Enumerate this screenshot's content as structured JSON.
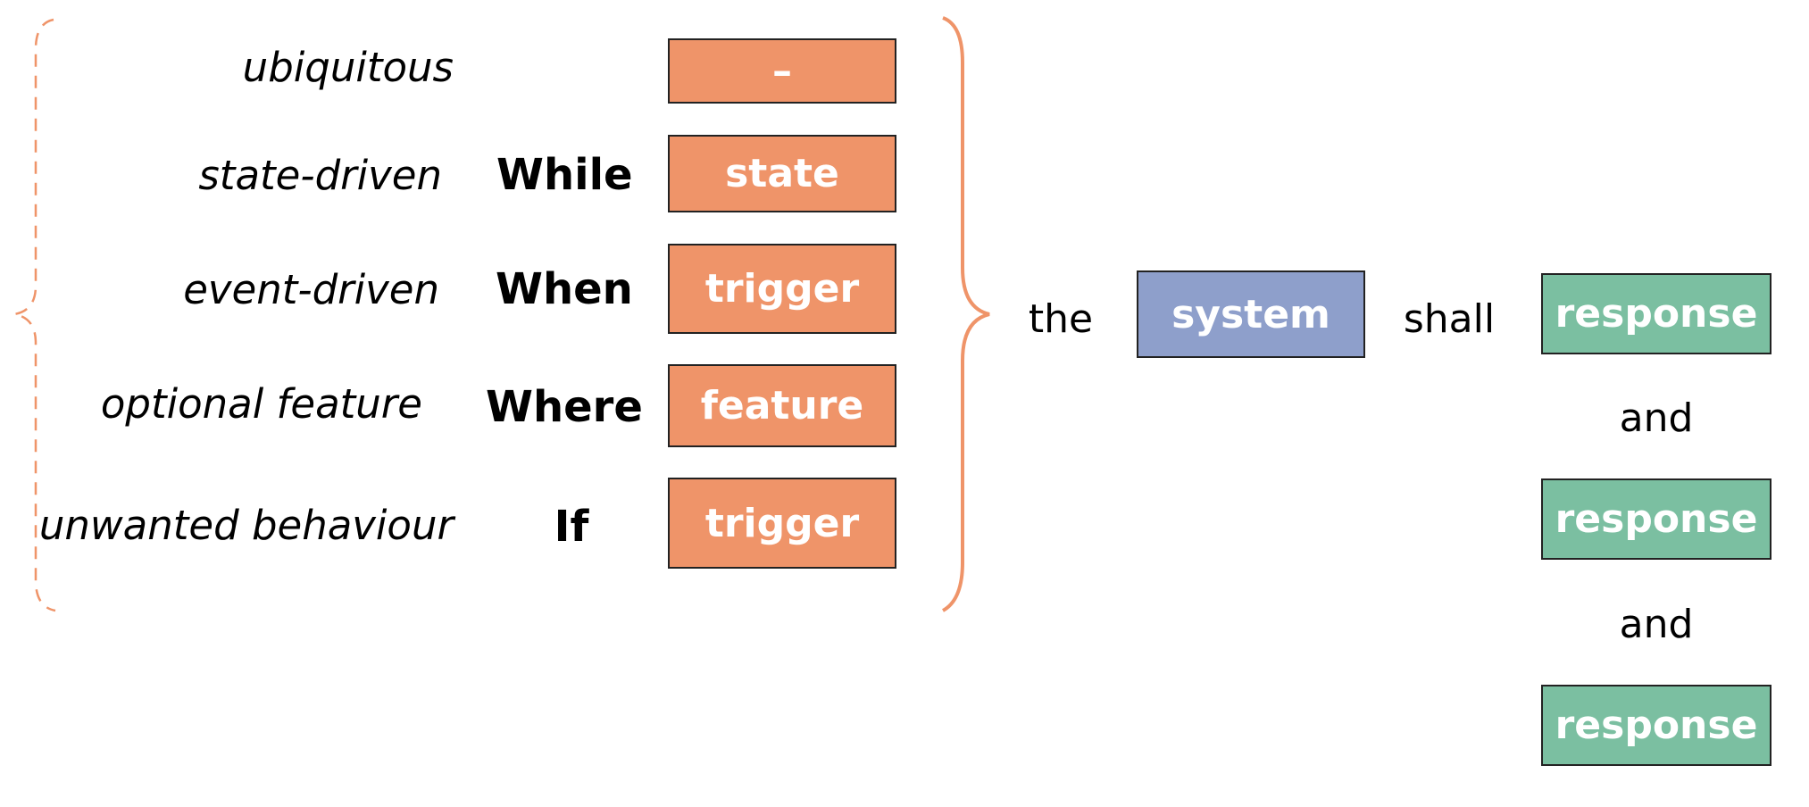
{
  "colors": {
    "orange": "#EF9469",
    "blue": "#8E9FCB",
    "green": "#7BBFA1",
    "brace": "#EF9469",
    "box_border": "#222222"
  },
  "patterns": [
    {
      "type": "ubiquitous",
      "keyword": "",
      "box": "–"
    },
    {
      "type": "state-driven",
      "keyword": "While",
      "box": "state"
    },
    {
      "type": "event-driven",
      "keyword": "When",
      "box": "trigger"
    },
    {
      "type": "optional feature",
      "keyword": "Where",
      "box": "feature"
    },
    {
      "type": "unwanted behaviour",
      "keyword": "If",
      "box": "trigger"
    }
  ],
  "the_label": "the",
  "system_box": "system",
  "shall_label": "shall",
  "responses": [
    "response",
    "response",
    "response"
  ],
  "connectors": [
    "and",
    "and"
  ]
}
